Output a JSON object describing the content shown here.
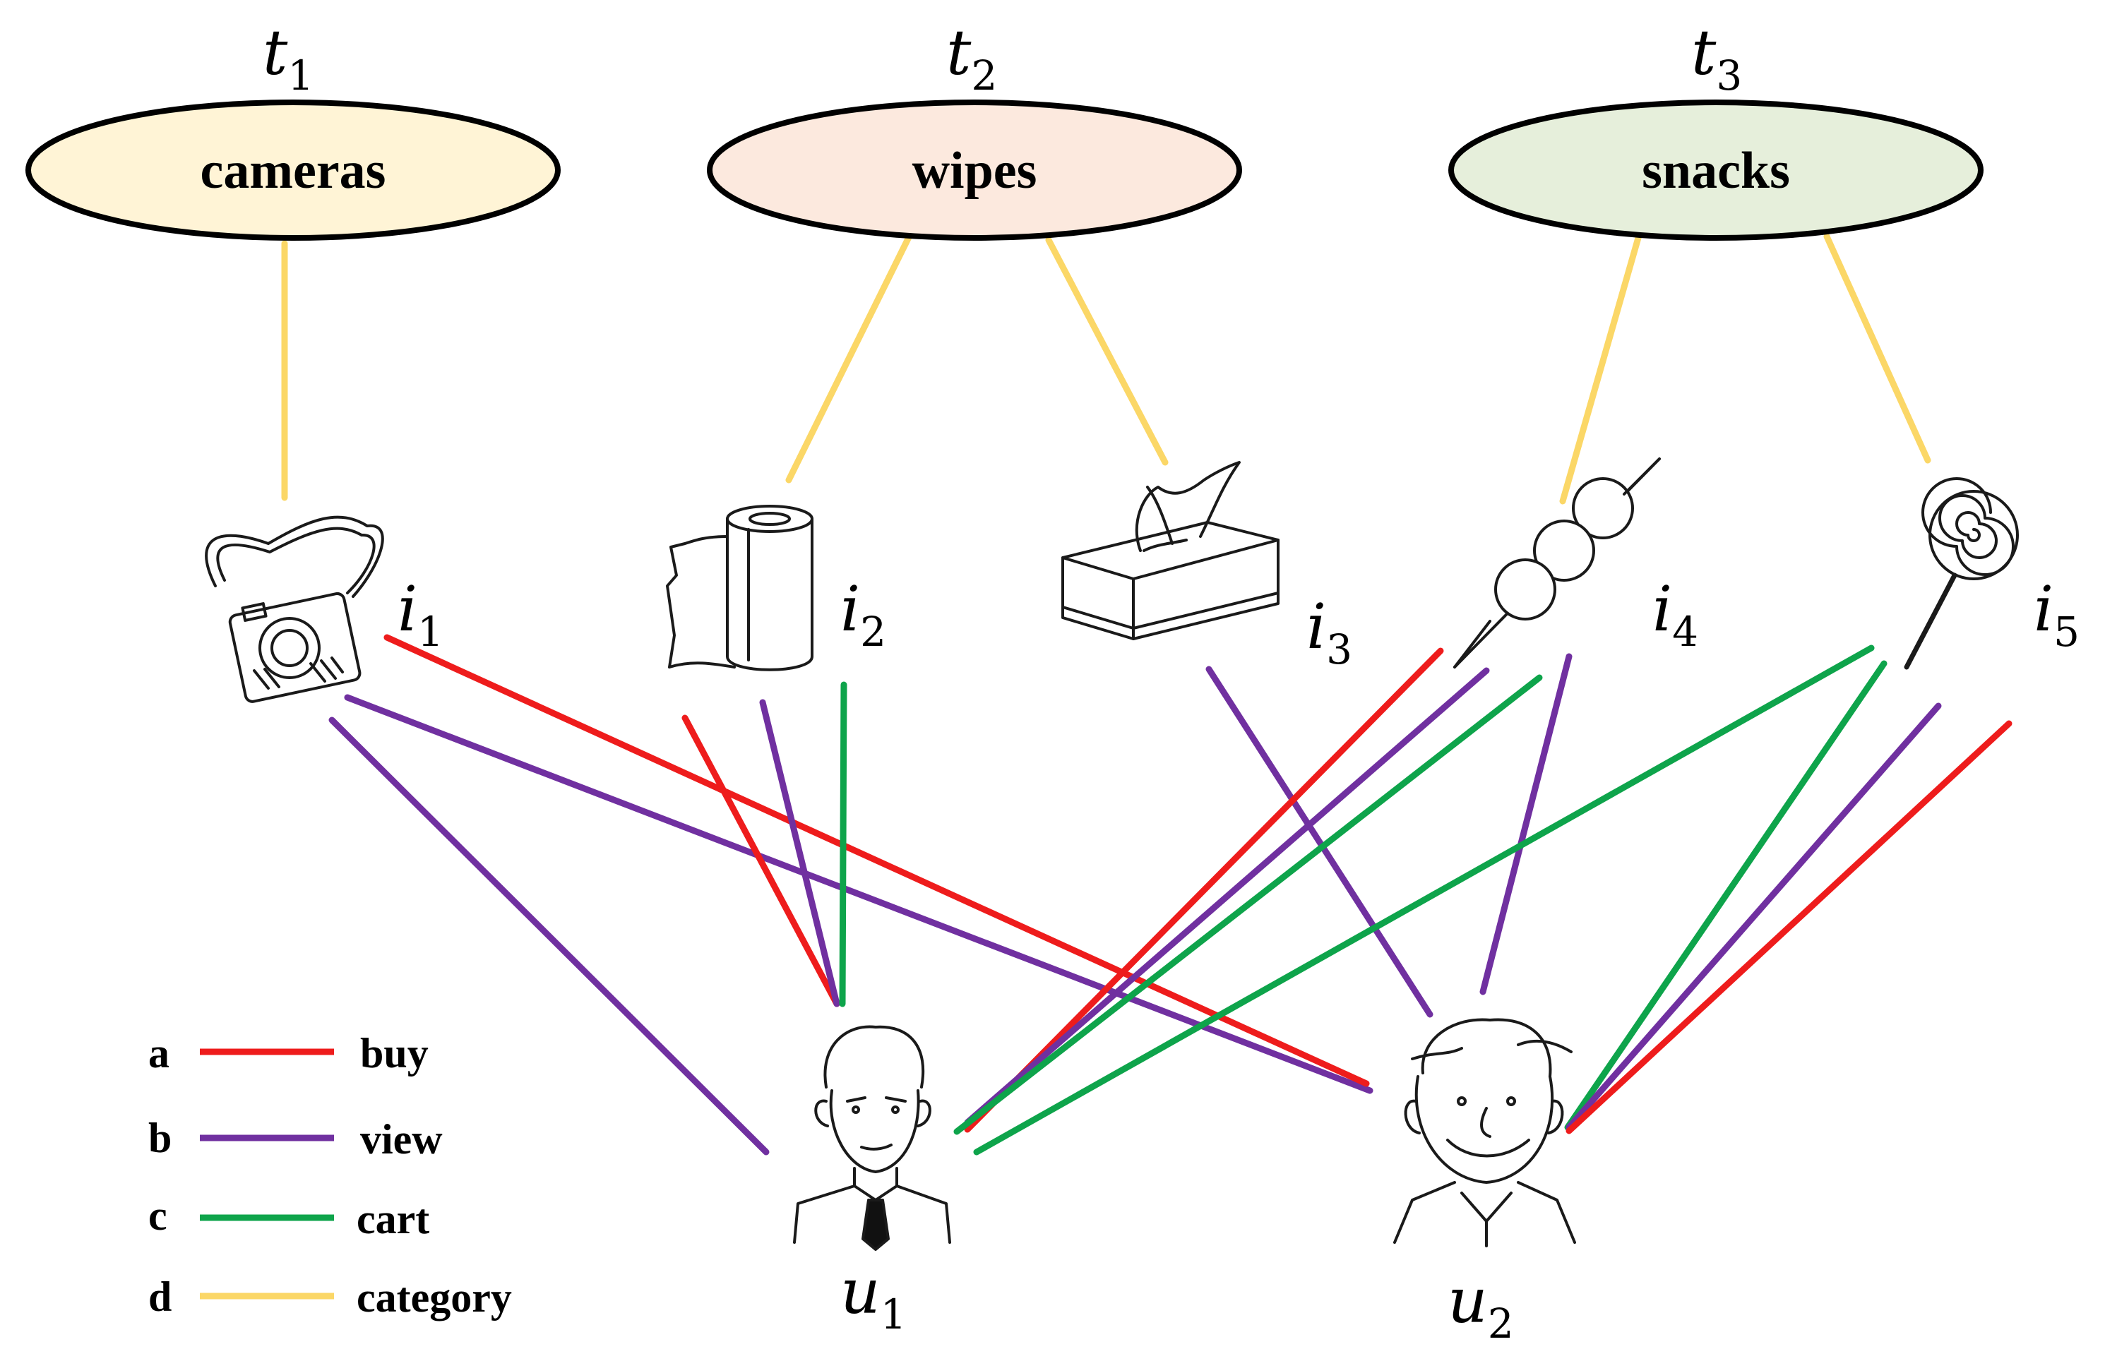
{
  "categories": [
    {
      "id": "t1",
      "label": "cameras",
      "var": "t",
      "sub": "1",
      "fill": "#FFF4D6"
    },
    {
      "id": "t2",
      "label": "wipes",
      "var": "t",
      "sub": "2",
      "fill": "#FCE9DE"
    },
    {
      "id": "t3",
      "label": "snacks",
      "var": "t",
      "sub": "3",
      "fill": "#E6EFDB"
    }
  ],
  "items": [
    {
      "id": "i1",
      "var": "i",
      "sub": "1",
      "icon": "camera-icon"
    },
    {
      "id": "i2",
      "var": "i",
      "sub": "2",
      "icon": "paper-towel-roll-icon"
    },
    {
      "id": "i3",
      "var": "i",
      "sub": "3",
      "icon": "tissue-box-icon"
    },
    {
      "id": "i4",
      "var": "i",
      "sub": "4",
      "icon": "skewer-snack-icon"
    },
    {
      "id": "i5",
      "var": "i",
      "sub": "5",
      "icon": "lollipop-icon"
    }
  ],
  "users": [
    {
      "id": "u1",
      "var": "u",
      "sub": "1",
      "icon": "man-with-tie-icon"
    },
    {
      "id": "u2",
      "var": "u",
      "sub": "2",
      "icon": "smiling-man-icon"
    }
  ],
  "legend": [
    {
      "letter": "a",
      "label": "buy",
      "color": "#EE1C1C"
    },
    {
      "letter": "b",
      "label": "view",
      "color": "#7030A0"
    },
    {
      "letter": "c",
      "label": "cart",
      "color": "#0EA44B"
    },
    {
      "letter": "d",
      "label": "category",
      "color": "#FBD767"
    }
  ],
  "edges": [
    {
      "from": "t1",
      "to": "i1",
      "type": "category"
    },
    {
      "from": "t2",
      "to": "i2",
      "type": "category"
    },
    {
      "from": "t2",
      "to": "i3",
      "type": "category"
    },
    {
      "from": "t3",
      "to": "i4",
      "type": "category"
    },
    {
      "from": "t3",
      "to": "i5",
      "type": "category"
    },
    {
      "from": "i1",
      "to": "u1",
      "type": "view"
    },
    {
      "from": "i1",
      "to": "u2",
      "type": "view"
    },
    {
      "from": "i1",
      "to": "u2",
      "type": "buy"
    },
    {
      "from": "i2",
      "to": "u1",
      "type": "buy"
    },
    {
      "from": "i2",
      "to": "u1",
      "type": "view"
    },
    {
      "from": "i2",
      "to": "u1",
      "type": "cart"
    },
    {
      "from": "i3",
      "to": "u2",
      "type": "view"
    },
    {
      "from": "i4",
      "to": "u1",
      "type": "buy"
    },
    {
      "from": "i4",
      "to": "u1",
      "type": "view"
    },
    {
      "from": "i4",
      "to": "u1",
      "type": "cart"
    },
    {
      "from": "i4",
      "to": "u2",
      "type": "view"
    },
    {
      "from": "i5",
      "to": "u1",
      "type": "cart"
    },
    {
      "from": "i5",
      "to": "u2",
      "type": "cart"
    },
    {
      "from": "i5",
      "to": "u2",
      "type": "view"
    },
    {
      "from": "i5",
      "to": "u2",
      "type": "buy"
    }
  ]
}
